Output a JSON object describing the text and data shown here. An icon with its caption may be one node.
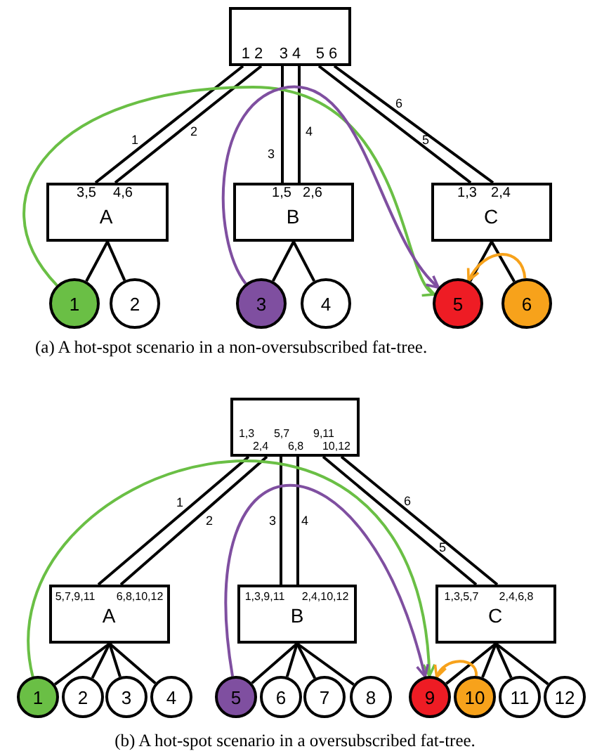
{
  "diagram": {
    "nodes": [
      {
        "text": [
          "1 2",
          "3 4",
          "5 6"
        ]
      },
      {
        "text": [
          "3,5",
          "4,6",
          "A"
        ]
      },
      {
        "text": [
          "1,5",
          "2,6",
          "B"
        ]
      },
      {
        "text": [
          "1,3",
          "2,4",
          "C"
        ]
      },
      {
        "text": [
          "1"
        ]
      },
      {
        "text": [
          "2"
        ]
      },
      {
        "text": [
          "3"
        ]
      },
      {
        "text": [
          "4"
        ]
      },
      {
        "text": [
          "5"
        ]
      },
      {
        "text": [
          "6"
        ]
      },
      {
        "text": [
          "1,3",
          "5,7",
          "9,11",
          "2,4",
          "6,8",
          "10,12"
        ]
      },
      {
        "text": [
          "5,7,9,11",
          "6,8,10,12",
          "A"
        ]
      },
      {
        "text": [
          "1,3,9,11",
          "2,4,10,12",
          "B"
        ]
      },
      {
        "text": [
          "1,3,5,7",
          "2,4,6,8",
          "C"
        ]
      },
      {
        "text": [
          "1"
        ]
      },
      {
        "text": [
          "2"
        ]
      },
      {
        "text": [
          "3"
        ]
      },
      {
        "text": [
          "4"
        ]
      },
      {
        "text": [
          "5"
        ]
      },
      {
        "text": [
          "6"
        ]
      },
      {
        "text": [
          "7"
        ]
      },
      {
        "text": [
          "8"
        ]
      },
      {
        "text": [
          "9"
        ]
      },
      {
        "text": [
          "10"
        ]
      },
      {
        "text": [
          "11"
        ]
      },
      {
        "text": [
          "12"
        ]
      }
    ],
    "edges": [
      {
        "from": 0,
        "to": 1,
        "arrow": "none",
        "label": "1"
      },
      {
        "from": 0,
        "to": 1,
        "arrow": "none",
        "label": "2"
      },
      {
        "from": 0,
        "to": 2,
        "arrow": "none",
        "label": "3"
      },
      {
        "from": 0,
        "to": 2,
        "arrow": "none",
        "label": "4"
      },
      {
        "from": 0,
        "to": 3,
        "arrow": "none",
        "label": "5"
      },
      {
        "from": 0,
        "to": 3,
        "arrow": "none",
        "label": "6"
      },
      {
        "from": 1,
        "to": 4,
        "arrow": "none"
      },
      {
        "from": 1,
        "to": 5,
        "arrow": "none"
      },
      {
        "from": 2,
        "to": 6,
        "arrow": "none"
      },
      {
        "from": 2,
        "to": 7,
        "arrow": "none"
      },
      {
        "from": 3,
        "to": 8,
        "arrow": "none"
      },
      {
        "from": 3,
        "to": 9,
        "arrow": "none"
      },
      {
        "from": 4,
        "to": 8,
        "arrow": "to",
        "color": "#6abf45"
      },
      {
        "from": 6,
        "to": 8,
        "arrow": "to",
        "color": "#7f4fa0"
      },
      {
        "from": 9,
        "to": 8,
        "arrow": "to",
        "color": "#f7a21b"
      },
      {
        "from": 10,
        "to": 11,
        "arrow": "none",
        "label": "1"
      },
      {
        "from": 10,
        "to": 11,
        "arrow": "none",
        "label": "2"
      },
      {
        "from": 10,
        "to": 12,
        "arrow": "none",
        "label": "3"
      },
      {
        "from": 10,
        "to": 12,
        "arrow": "none",
        "label": "4"
      },
      {
        "from": 10,
        "to": 13,
        "arrow": "none",
        "label": "5"
      },
      {
        "from": 10,
        "to": 13,
        "arrow": "none",
        "label": "6"
      },
      {
        "from": 11,
        "to": 14,
        "arrow": "none"
      },
      {
        "from": 11,
        "to": 15,
        "arrow": "none"
      },
      {
        "from": 11,
        "to": 16,
        "arrow": "none"
      },
      {
        "from": 11,
        "to": 17,
        "arrow": "none"
      },
      {
        "from": 12,
        "to": 18,
        "arrow": "none"
      },
      {
        "from": 12,
        "to": 19,
        "arrow": "none"
      },
      {
        "from": 12,
        "to": 20,
        "arrow": "none"
      },
      {
        "from": 12,
        "to": 21,
        "arrow": "none"
      },
      {
        "from": 13,
        "to": 22,
        "arrow": "none"
      },
      {
        "from": 13,
        "to": 23,
        "arrow": "none"
      },
      {
        "from": 13,
        "to": 24,
        "arrow": "none"
      },
      {
        "from": 13,
        "to": 25,
        "arrow": "none"
      },
      {
        "from": 14,
        "to": 22,
        "arrow": "to",
        "color": "#6abf45"
      },
      {
        "from": 18,
        "to": 22,
        "arrow": "to",
        "color": "#7f4fa0"
      },
      {
        "from": 23,
        "to": 22,
        "arrow": "to",
        "color": "#f7a21b"
      }
    ],
    "labels": [
      "(a) A hot-spot scenario in a non-oversubscribed fat-tree.",
      "(b) A hot-spot scenario in a oversubscribed fat-tree."
    ]
  }
}
